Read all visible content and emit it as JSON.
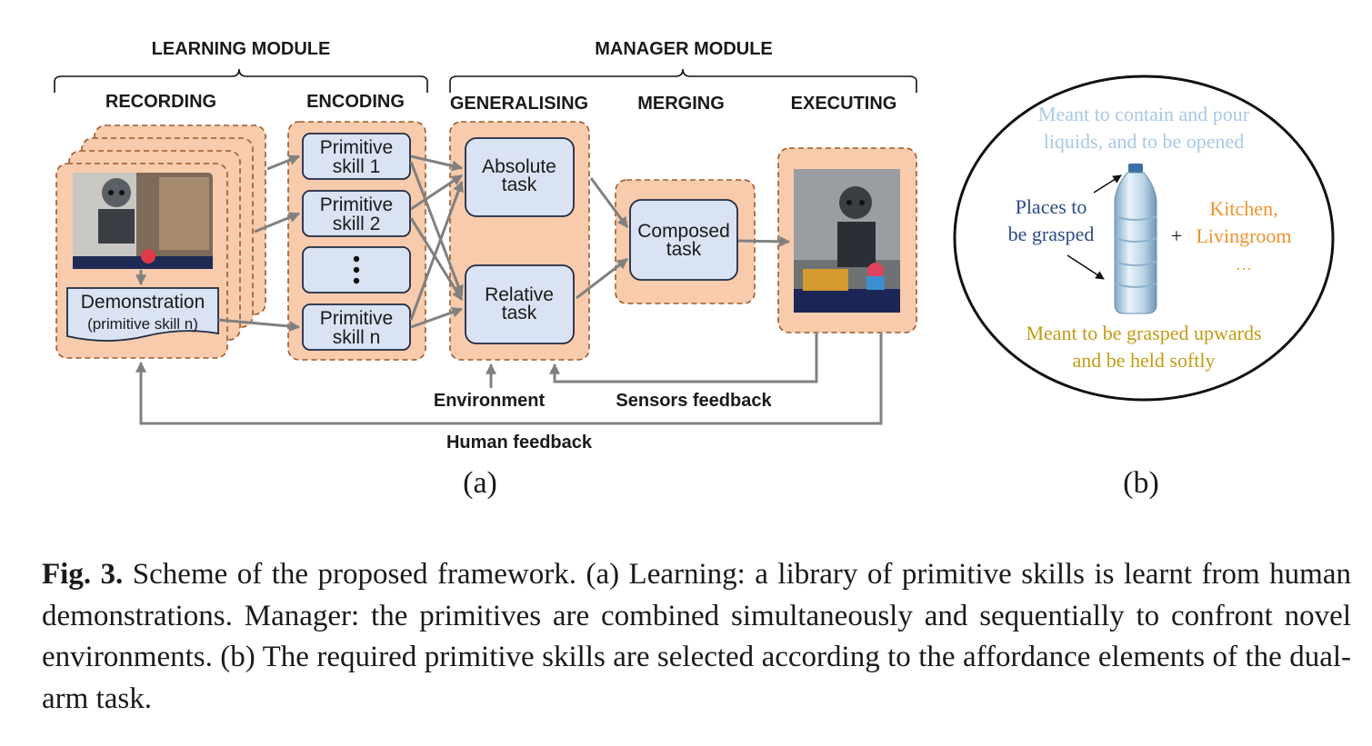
{
  "figure": {
    "modules": {
      "learning": "LEARNING MODULE",
      "manager": "MANAGER MODULE"
    },
    "stages": {
      "recording": "RECORDING",
      "encoding": "ENCODING",
      "generalising": "GENERALISING",
      "merging": "MERGING",
      "executing": "EXECUTING"
    },
    "recording": {
      "demo_line1": "Demonstration",
      "demo_line2": "(primitive skill n)"
    },
    "encoding": {
      "skills": [
        {
          "line1": "Primitive",
          "line2": "skill 1"
        },
        {
          "line1": "Primitive",
          "line2": "skill 2"
        },
        {
          "line1": "Primitive",
          "line2": "skill n"
        }
      ]
    },
    "generalising": {
      "absolute": {
        "line1": "Absolute",
        "line2": "task"
      },
      "relative": {
        "line1": "Relative",
        "line2": "task"
      }
    },
    "merging": {
      "line1": "Composed",
      "line2": "task"
    },
    "feedback": {
      "environment": "Environment",
      "sensors": "Sensors feedback",
      "human": "Human feedback"
    },
    "subfig_a": "(a)",
    "subfig_b": "(b)",
    "affordance": {
      "top_line1": "Meant to contain and pour",
      "top_line2": "liquids, and to be opened",
      "left_line1": "Places to",
      "left_line2": "be grasped",
      "plus": "+",
      "right_line1": "Kitchen,",
      "right_line2": "Livingroom",
      "right_line3": "…",
      "bottom_line1": "Meant to be grasped upwards",
      "bottom_line2": "and be held softly",
      "colors": {
        "top": "#a9c8e6",
        "left": "#2e4a8a",
        "right": "#f0922b",
        "bottom": "#c49a12"
      }
    },
    "icons": [
      "robot-photo",
      "water-bottle-icon"
    ]
  },
  "caption": {
    "label": "Fig. 3.",
    "text": "Scheme of the proposed framework. (a) Learning: a library of primitive skills is learnt from human demonstrations. Manager: the primitives are combined simultaneously and sequentially to confront novel environments. (b) The required primitive skills are selected according to the affordance elements of the dual-arm task."
  }
}
